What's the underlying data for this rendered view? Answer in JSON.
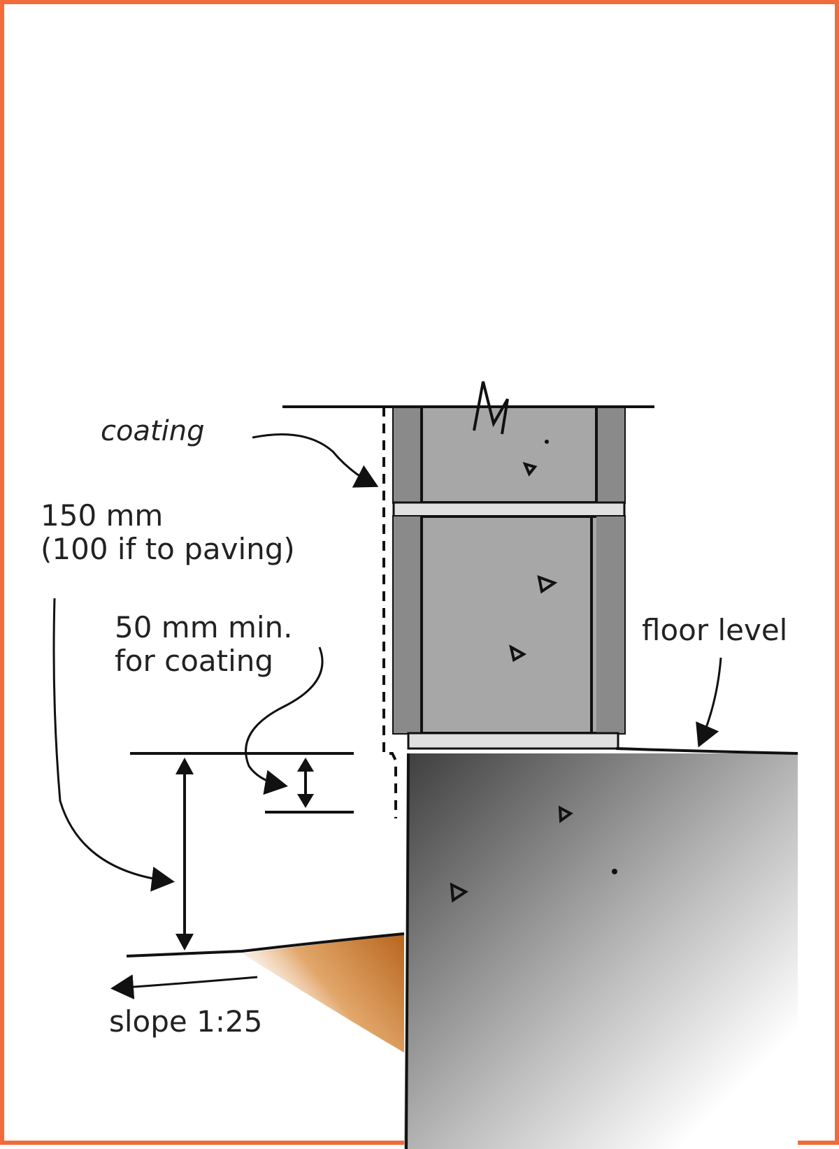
{
  "labels": {
    "coating": "coating",
    "height_line1": "150 mm",
    "height_line2": "(100 if to paving)",
    "min_line1": "50 mm min.",
    "min_line2": "for coating",
    "floor_level": "floor level",
    "slope": "slope 1:25"
  },
  "colors": {
    "border": "#f26b3a",
    "block_fill": "#a7a7a7",
    "block_side": "#8a8a8a",
    "mortar": "#e0e0e0",
    "slab_dark": "#444444",
    "soil": "#b8651d",
    "ink": "#111111"
  }
}
